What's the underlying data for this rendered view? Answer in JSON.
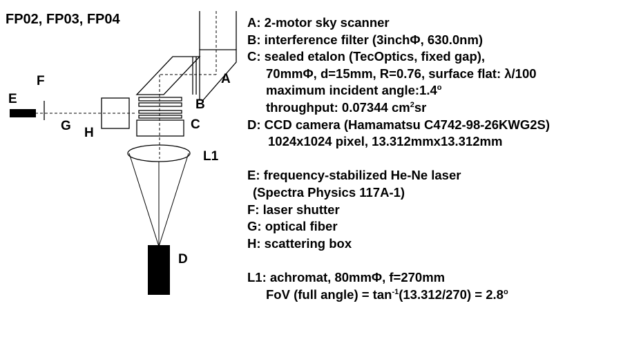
{
  "figure": {
    "title": "FP02, FP03, FP04",
    "labels": {
      "A": "A",
      "B": "B",
      "C": "C",
      "D": "D",
      "E": "E",
      "F": "F",
      "G": "G",
      "H": "H",
      "L1": "L1"
    }
  },
  "legend": {
    "a": "A: 2-motor sky scanner",
    "b": "B: interference filter (3inchΦ, 630.0nm)",
    "c1": "C: sealed etalon (TecOptics, fixed gap),",
    "c2": "70mmΦ, d=15mm,  R=0.76, surface flat: λ/100",
    "c3_text": "maximum incident angle:1.4",
    "c3_sup": "o",
    "c4_text": "throughput: 0.07344 cm",
    "c4_sup": "2",
    "c4_tail": "sr",
    "d1": "D: CCD camera (Hamamatsu C4742-98-26KWG2S)",
    "d2": "1024x1024  pixel, 13.312mmx13.312mm",
    "e1": "E: frequency-stabilized He-Ne laser",
    "e2": "(Spectra Physics 117A-1)",
    "f": "F: laser shutter",
    "g": "G: optical fiber",
    "h": "H: scattering box",
    "l1": "L1: achromat, 80mmΦ, f=270mm",
    "fov_a": "FoV (full angle) = tan",
    "fov_sup": "-1",
    "fov_b": "(13.312/270) = 2.8",
    "fov_deg": "o"
  }
}
